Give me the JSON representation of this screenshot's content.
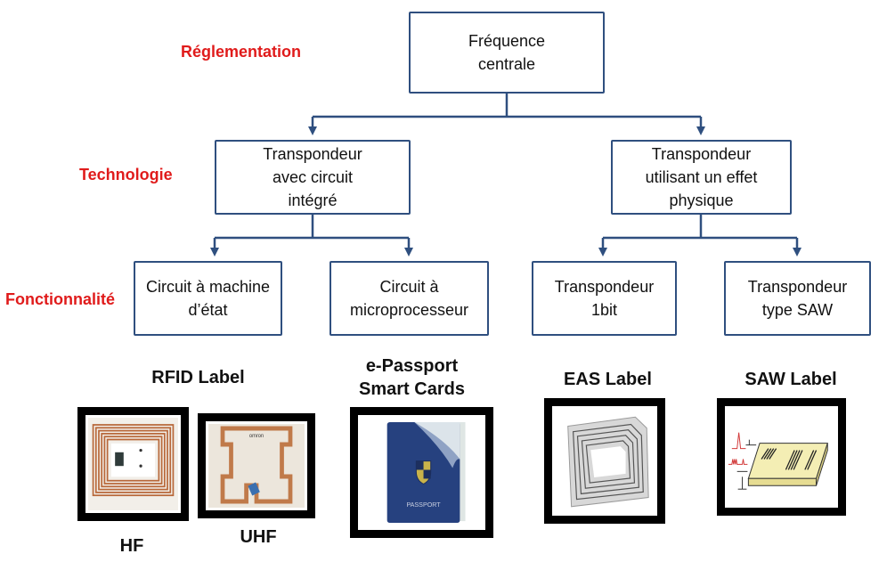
{
  "levels": {
    "regulation": "Réglementation",
    "technology": "Technologie",
    "functionality": "Fonctionnalité"
  },
  "colors": {
    "accent_line": "#2f4f7f",
    "level_label": "#e01b1b"
  },
  "nodes": {
    "root": "Fréquence\ncentrale",
    "ic": "Transpondeur\navec circuit\nintégré",
    "physical": "Transpondeur\nutilisant un effet\nphysique",
    "state_machine": "Circuit à machine\nd’état",
    "microprocessor": "Circuit à\nmicroprocesseur",
    "one_bit": "Transpondeur\n1bit",
    "saw": "Transpondeur\ntype SAW"
  },
  "examples": {
    "rfid": {
      "title": "RFID Label",
      "hf": "HF",
      "uhf": "UHF",
      "uhf_brand": "omron"
    },
    "passport": {
      "title": "e-Passport\nSmart Cards",
      "cover_text": "PASSPORT"
    },
    "eas": {
      "title": "EAS Label"
    },
    "saw": {
      "title": "SAW Label"
    }
  }
}
